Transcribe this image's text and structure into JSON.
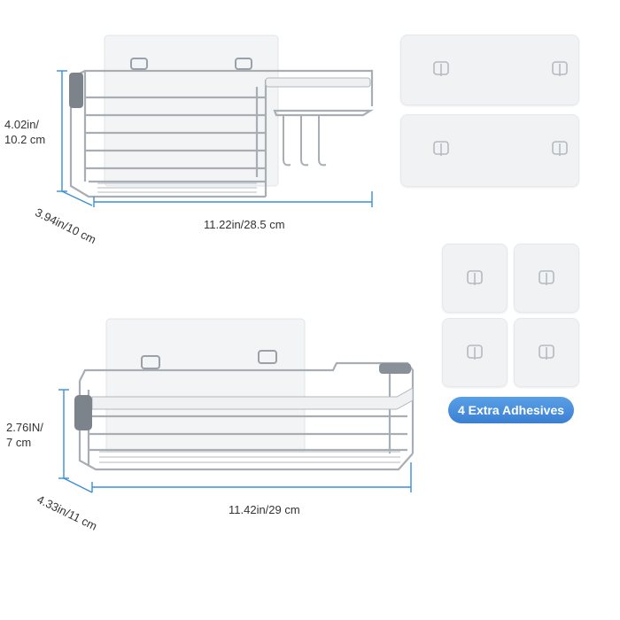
{
  "product_top": {
    "height_label_line1": "4.02in/",
    "height_label_line2": "10.2 cm",
    "depth_label": "3.94in/10 cm",
    "width_label": "11.22in/28.5 cm"
  },
  "product_bottom": {
    "height_label_line1": "2.76IN/",
    "height_label_line2": "7 cm",
    "depth_label": "4.33in/11 cm",
    "width_label": "11.42in/29 cm"
  },
  "badge": {
    "label": "4 Extra Adhesives"
  },
  "colors": {
    "dimension_line": "#3a8fd6",
    "badge": "#4a90e2",
    "metal": "#b8bcc2",
    "pad": "#f1f2f4"
  }
}
